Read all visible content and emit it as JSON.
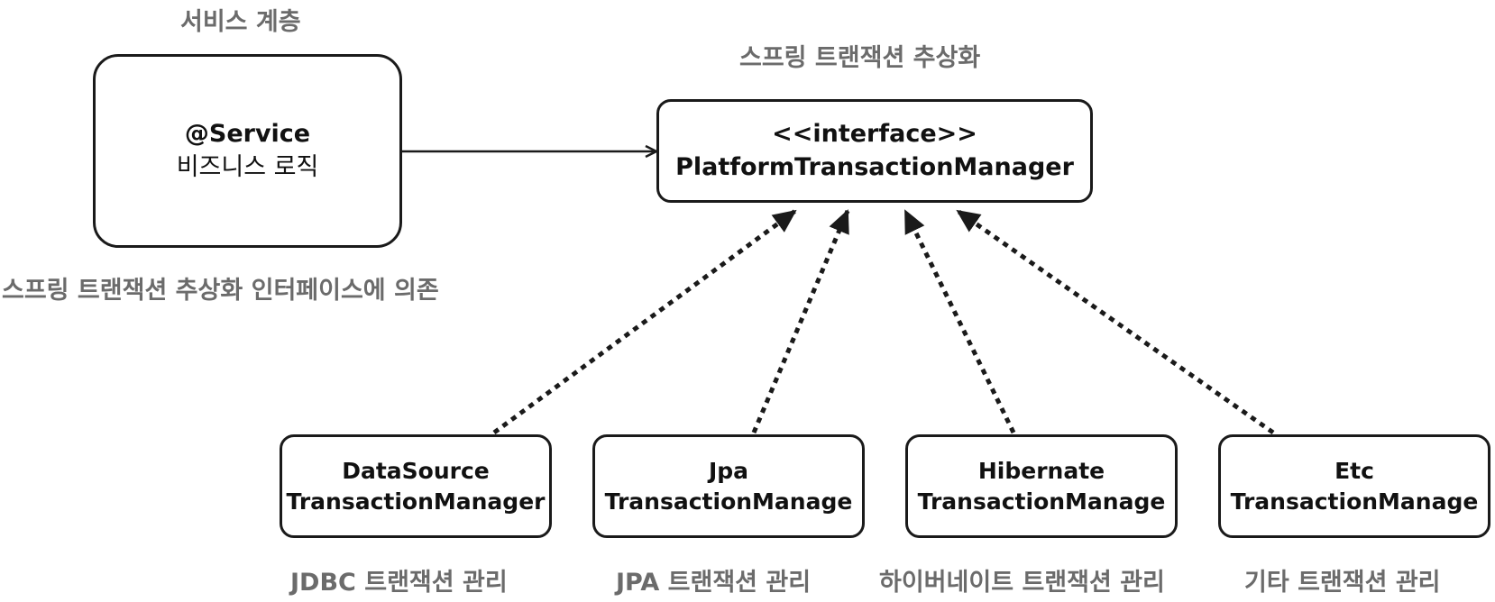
{
  "captions": {
    "service_layer": "서비스 계층",
    "spring_abstraction": "스프링 트랜잭션 추상화",
    "dependency_note": "스프링 트랜잭션 추상화 인터페이스에 의존"
  },
  "service_box": {
    "line1": "@Service",
    "line2": "비즈니스 로직"
  },
  "interface_box": {
    "line1": "<<interface>>",
    "line2": "PlatformTransactionManager"
  },
  "implementations": [
    {
      "line1": "DataSource",
      "line2": "TransactionManager",
      "caption": "JDBC 트랜잭션 관리"
    },
    {
      "line1": "Jpa",
      "line2": "TransactionManage",
      "caption": "JPA 트랜잭션 관리"
    },
    {
      "line1": "Hibernate",
      "line2": "TransactionManage",
      "caption": "하이버네이트 트랜잭션 관리"
    },
    {
      "line1": "Etc",
      "line2": "TransactionManage",
      "caption": "기타 트랜잭션 관리"
    }
  ],
  "colors": {
    "stroke": "#1a1a1a",
    "caption": "#6b6b6b"
  }
}
